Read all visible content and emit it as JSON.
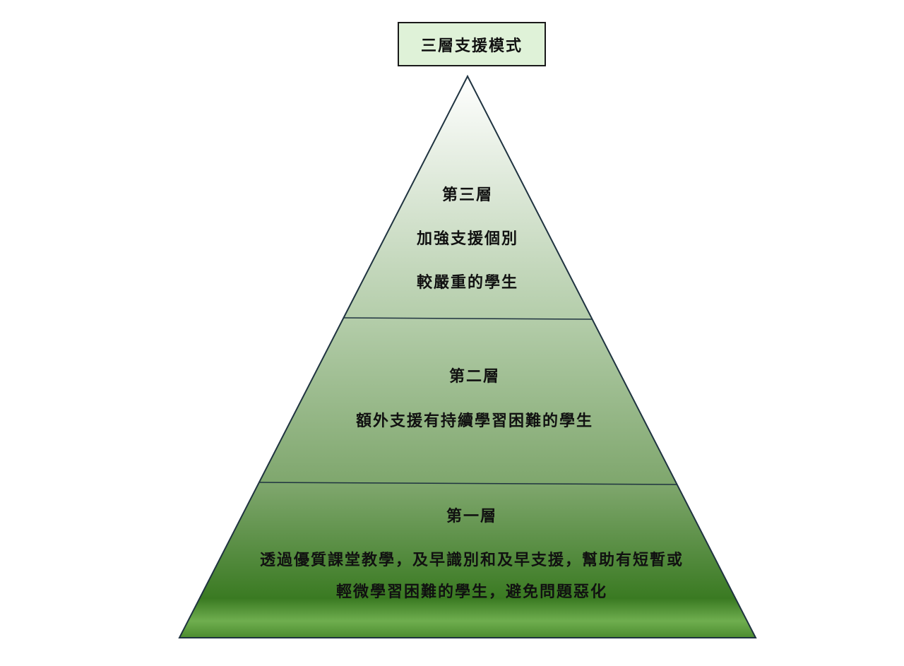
{
  "title": "三層支援模式",
  "tiers": [
    {
      "heading": "第三層",
      "lines": [
        "加強支援個別",
        "較嚴重的學生"
      ]
    },
    {
      "heading": "第二層",
      "lines": [
        "額外支援有持續學習困難的學生"
      ]
    },
    {
      "heading": "第一層",
      "lines": [
        "透過優質課堂教學，及早識別和及早支援，幫助有短暫或",
        "輕微學習困難的學生，避免問題惡化"
      ]
    }
  ],
  "colors": {
    "top": "#ffffff",
    "middle": "#9cbd8e",
    "bottom": "#3a7a22",
    "outline": "#1f3340",
    "title_bg": "#dff2d8"
  }
}
